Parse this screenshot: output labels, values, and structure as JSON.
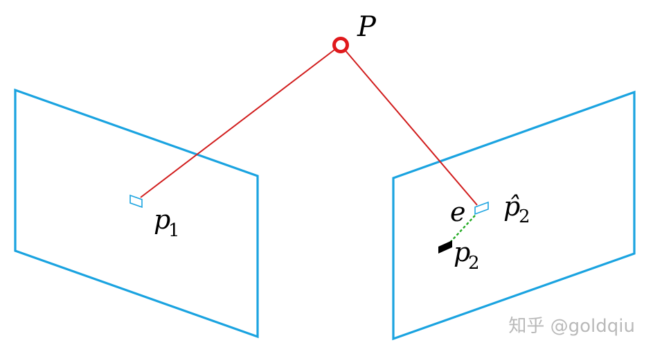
{
  "labels": {
    "point": "P",
    "p1_base": "p",
    "p1_sub": "1",
    "p2hat_base": "p̂",
    "p2hat_sub": "2",
    "error": "e",
    "p2_base": "p",
    "p2_sub": "2"
  },
  "watermark": "知乎 @goldqiu",
  "colors": {
    "image_plane": "#1aa3e0",
    "projection_ray": "#d11c1c",
    "point_marker": "#e0191c",
    "error_line": "#22aa22",
    "observed_point": "#000000",
    "watermark": "#b9b9b9"
  }
}
